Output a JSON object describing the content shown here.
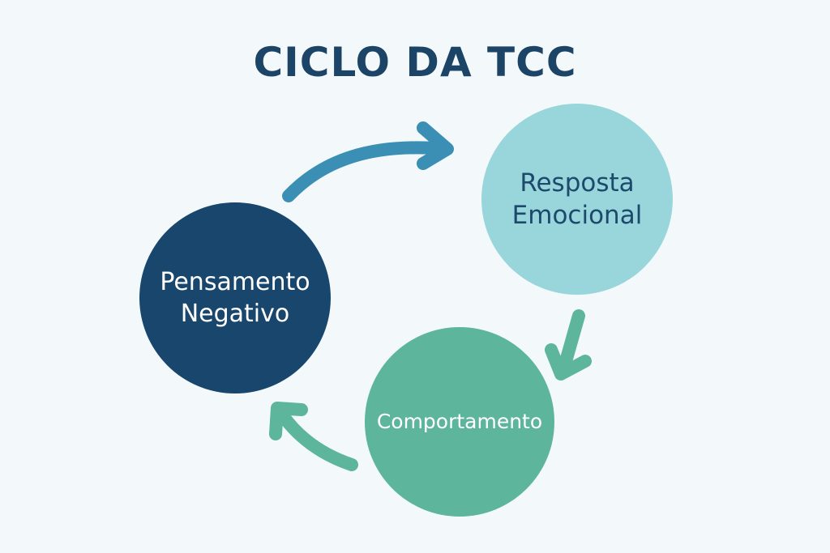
{
  "title": "CICLO DA TCC",
  "nodes": {
    "thought": {
      "line1": "Pensamento",
      "line2": "Negativo"
    },
    "emotion": {
      "line1": "Resposta",
      "line2": "Emocional"
    },
    "behavior": {
      "line1": "Comportamento"
    }
  },
  "colors": {
    "background": "#f3f9fb",
    "title": "#1b4466",
    "thought_fill": "#18466c",
    "emotion_fill": "#98d6db",
    "behavior_fill": "#5db59c",
    "arrow_thought_to_emotion": "#3b8fb4",
    "arrow_emotion_to_behavior": "#5db59c",
    "arrow_behavior_to_thought": "#5db59c"
  },
  "edges": [
    {
      "from": "thought",
      "to": "emotion"
    },
    {
      "from": "emotion",
      "to": "behavior"
    },
    {
      "from": "behavior",
      "to": "thought"
    }
  ]
}
